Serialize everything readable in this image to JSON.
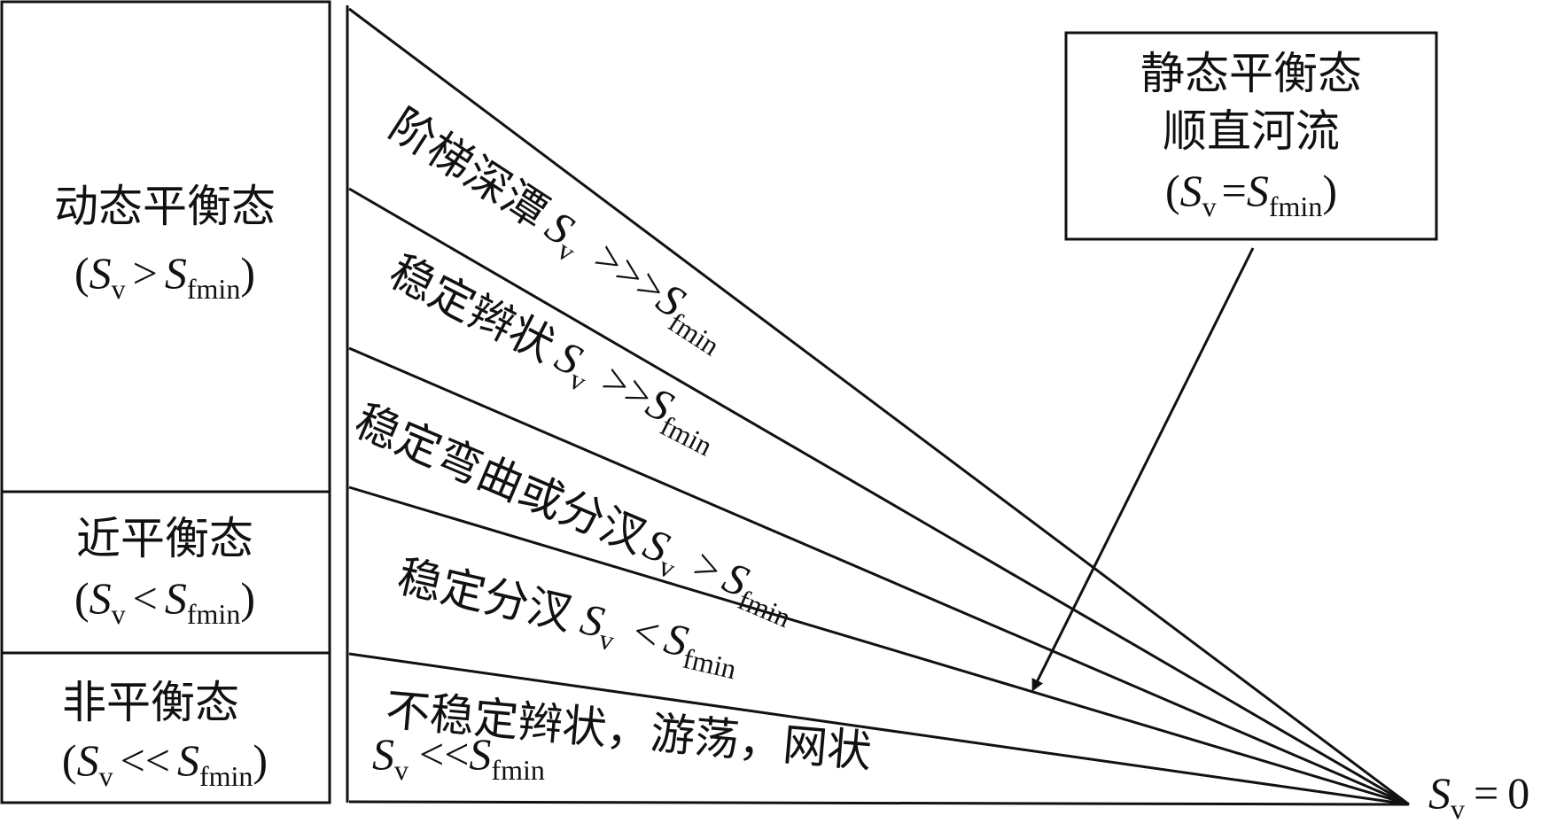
{
  "left_panel": {
    "dynamic": {
      "title": "动态平衡态",
      "S": "S",
      "v": "v",
      "rel": ">",
      "fmin": "fmin",
      "open": "(",
      "close": ")"
    },
    "near": {
      "title": "近平衡态",
      "S": "S",
      "v": "v",
      "rel": "<",
      "fmin": "fmin",
      "open": "(",
      "close": ")"
    },
    "non": {
      "title": "非平衡态",
      "S": "S",
      "v": "v",
      "rel": "<<",
      "fmin": "fmin",
      "open": "(",
      "close": ")"
    }
  },
  "static_box": {
    "line1": "静态平衡态",
    "line2": "顺直河流",
    "S": "S",
    "v": "v",
    "rel": "=",
    "fmin": "fmin",
    "open": "(",
    "close": ")"
  },
  "fan_labels": [
    {
      "text": "阶梯深潭",
      "S": "S",
      "v": "v",
      "rel": ">>>",
      "fmin": "fmin"
    },
    {
      "text": "稳定辫状",
      "S": "S",
      "v": "v",
      "rel": ">>",
      "fmin": "fmin"
    },
    {
      "text": "稳定弯曲或分汊",
      "S": "S",
      "v": "v",
      "rel": ">",
      "fmin": "fmin"
    },
    {
      "text": "稳定分汊",
      "S": "S",
      "v": "v",
      "rel": "<",
      "fmin": "fmin"
    },
    {
      "text": "不稳定辫状，游荡，网状",
      "S": "S",
      "v": "v",
      "rel": "<<",
      "fmin": "fmin"
    }
  ],
  "apex_label": {
    "S": "S",
    "v": "v",
    "rel": "=",
    "value": "0"
  }
}
